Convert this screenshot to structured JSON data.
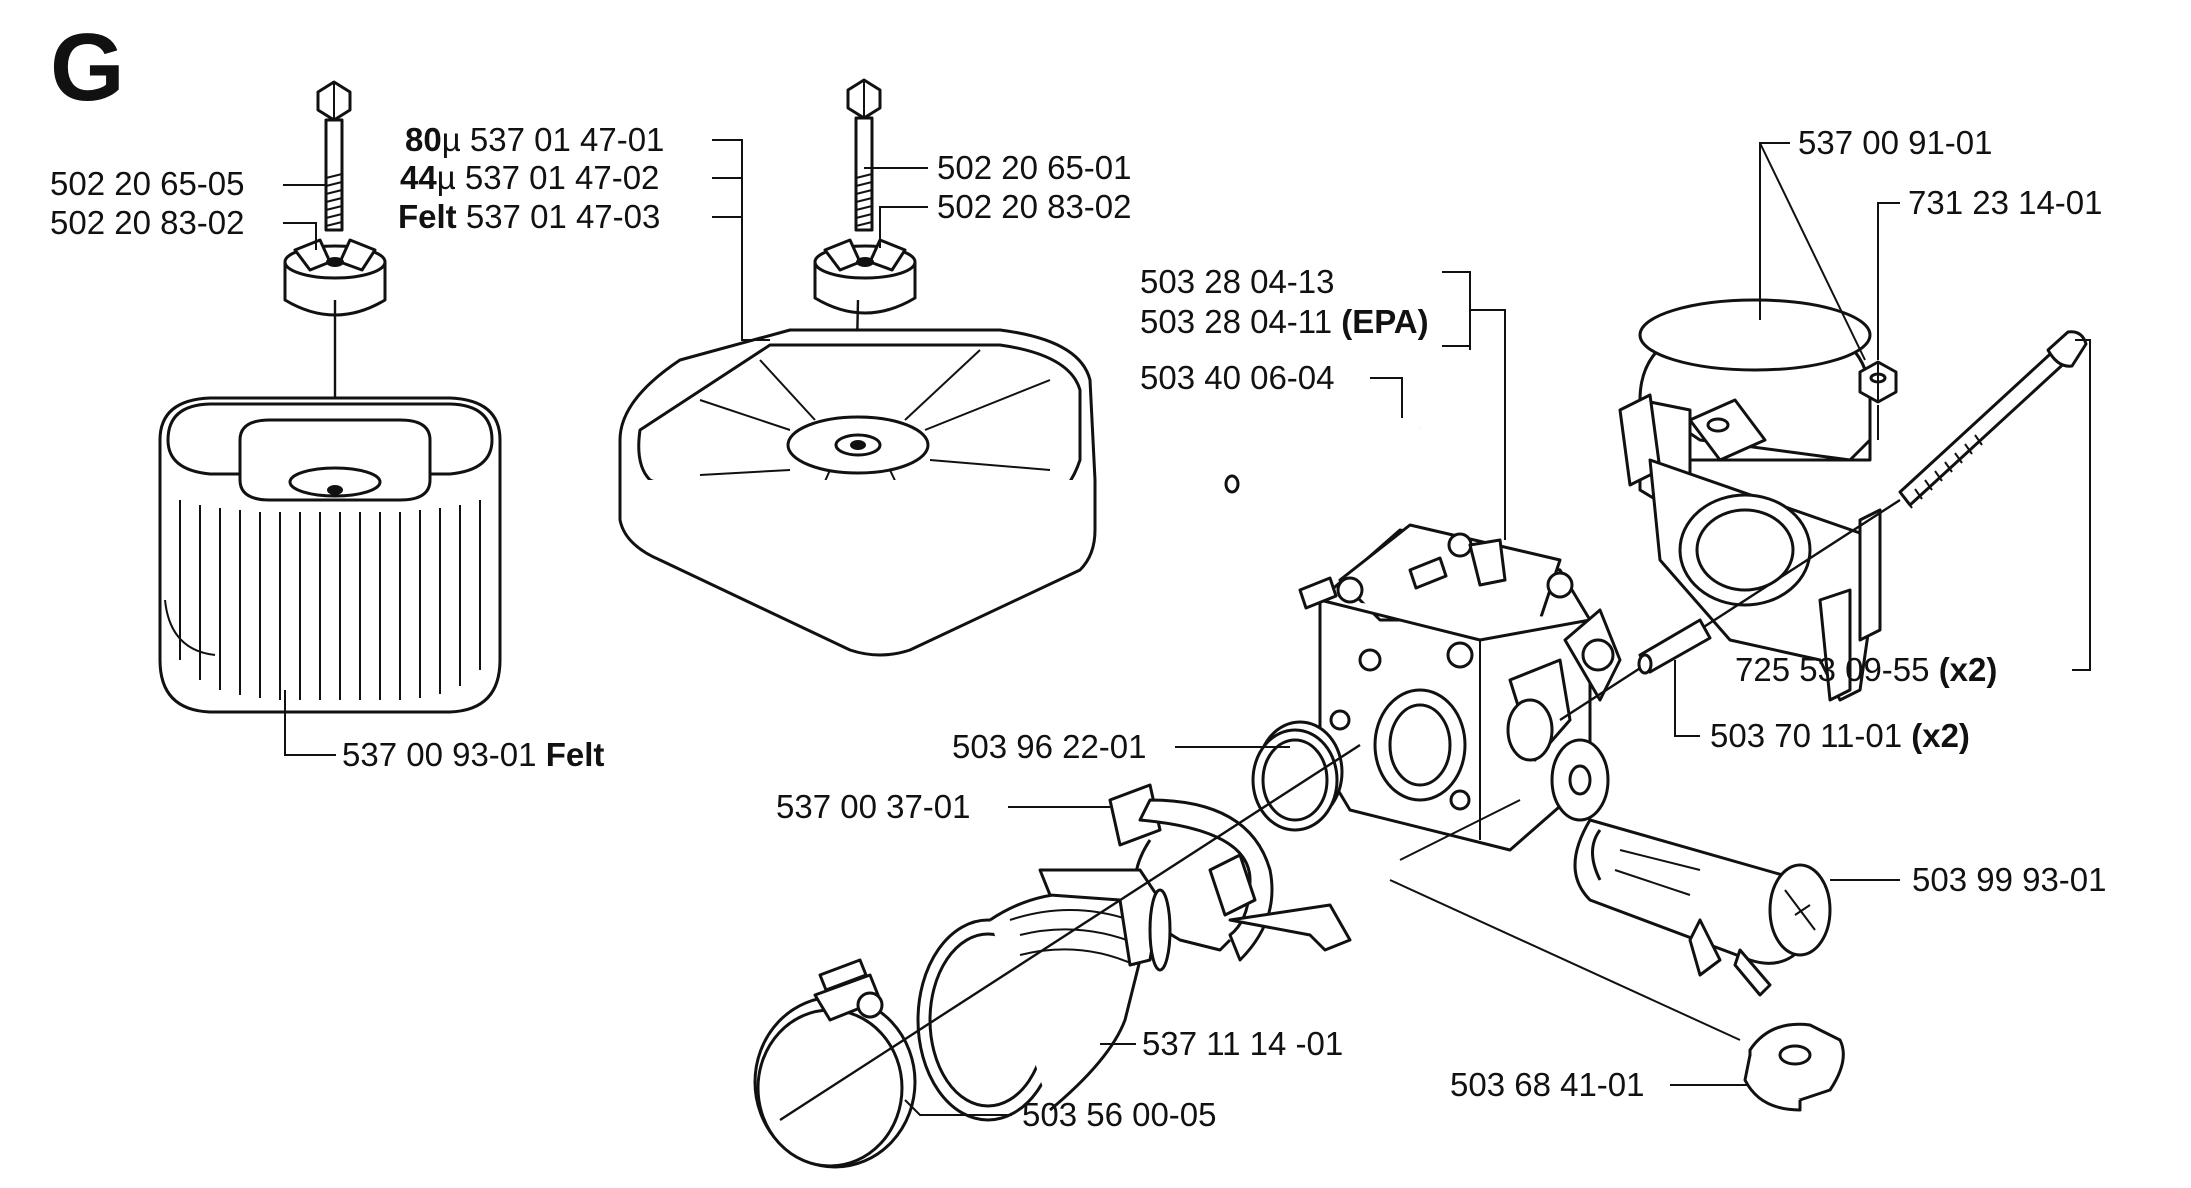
{
  "section_letter": "G",
  "labels": {
    "bolt_left": "502 20 65-05",
    "nut_left": "502 20 83-02",
    "filter_80_pre": "80",
    "filter_80_unit": "µ",
    "filter_80_num": "537 01 47-01",
    "filter_44_pre": "44",
    "filter_44_unit": "µ",
    "filter_44_num": "537 01 47-02",
    "filter_felt_pre": "Felt",
    "filter_felt_num": "537 01 47-03",
    "bolt_right": "502 20 65-01",
    "nut_right": "502 20 83-02",
    "felt_filter_num": "537 00 93-01",
    "felt_filter_suffix": "Felt",
    "carb_std": "503 28 04-13",
    "carb_epa_num": "503 28 04-11",
    "carb_epa_suffix": "(EPA)",
    "hose": "503 40 06-04",
    "intake_adapter": "537 00 91-01",
    "hex_nut": "731 23 14-01",
    "long_bolt_num": "725 53 09-55",
    "long_bolt_qty": "(x2)",
    "pin_num": "503 70 11-01",
    "pin_qty": "(x2)",
    "seal_ring": "503 96 22-01",
    "clamp": "537 00 37-01",
    "choke_lever": "503 99 93-01",
    "intake_bellow": "537 11 14 -01",
    "hose_clamp": "503 56 00-05",
    "grommet": "503 68 41-01"
  }
}
